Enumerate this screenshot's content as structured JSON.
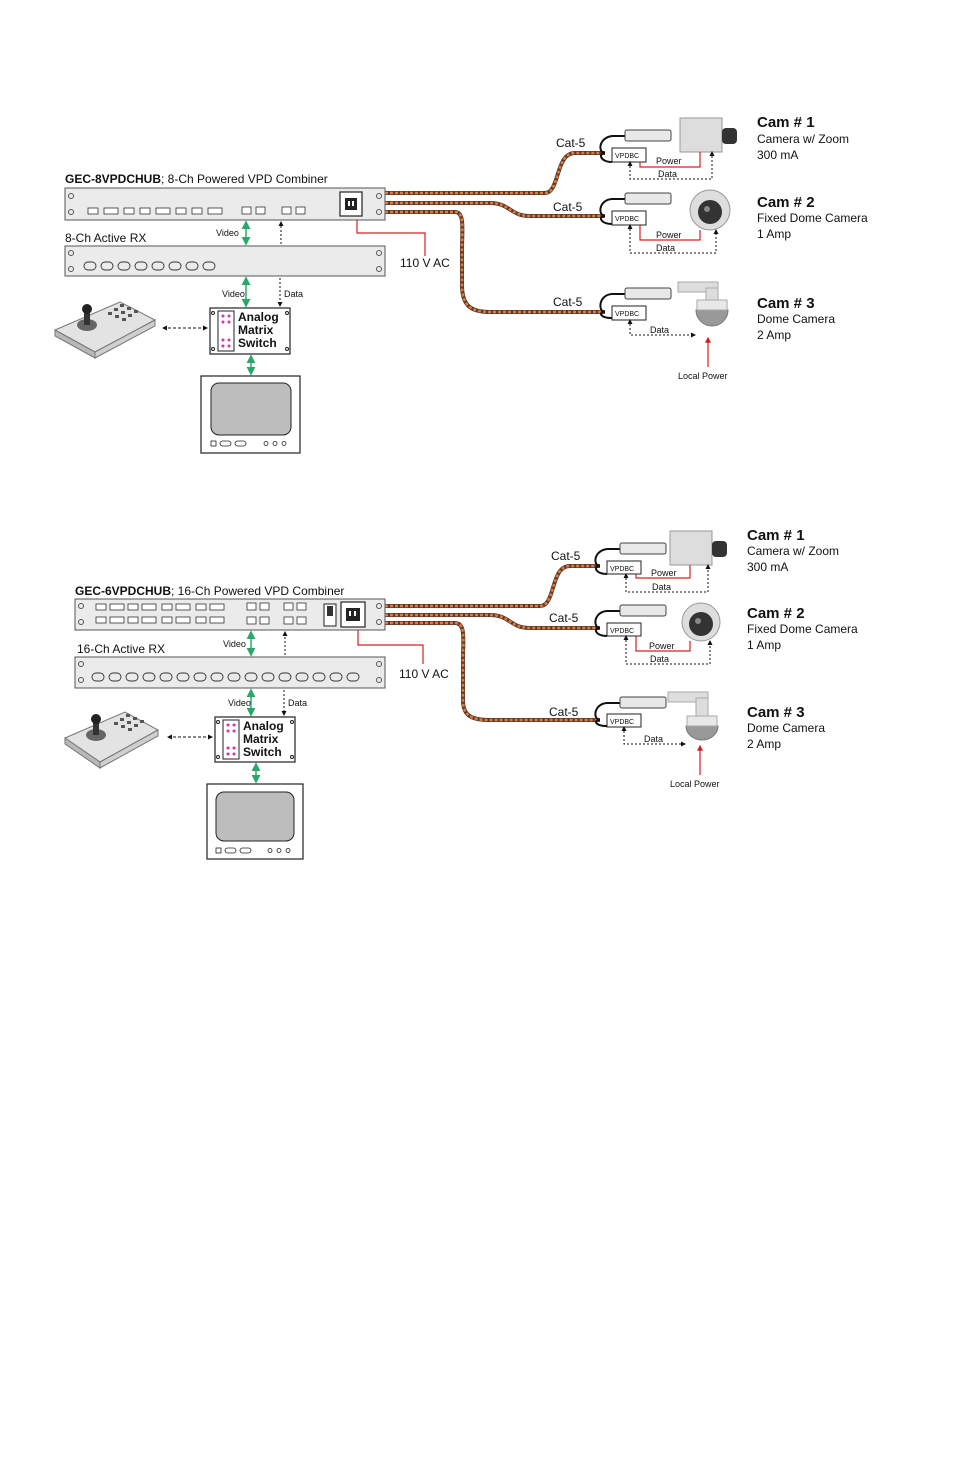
{
  "diagrams": [
    {
      "combiner_model": "GEC-8VPDCHUB",
      "combiner_desc": "; 8-Ch Powered VPD Combiner",
      "rx_label": "8-Ch Active RX",
      "video_label_1": "Video",
      "video_label_2": "Video",
      "data_label": "Data",
      "ac_label": "110 V AC",
      "switch_line1": "Analog",
      "switch_line2": "Matrix",
      "switch_line3": "Switch",
      "cable_labels": [
        "Cat-5",
        "Cat-5",
        "Cat-5"
      ],
      "balun_label": "VPDBC",
      "local_power": "Local Power",
      "cameras": [
        {
          "title": "Cam # 1",
          "type": "Camera w/ Zoom",
          "power": "300 mA",
          "power_label": "Power",
          "data_label": "Data"
        },
        {
          "title": "Cam # 2",
          "type": "Fixed Dome Camera",
          "power": "1 Amp",
          "power_label": "Power",
          "data_label": "Data"
        },
        {
          "title": "Cam # 3",
          "type": "Dome Camera",
          "power": "2 Amp",
          "power_label": "",
          "data_label": "Data"
        }
      ]
    },
    {
      "combiner_model": "GEC-6VPDCHUB",
      "combiner_desc": "; 16-Ch Powered VPD Combiner",
      "rx_label": "16-Ch Active RX",
      "video_label_1": "Video",
      "video_label_2": "Video",
      "data_label": "Data",
      "ac_label": "110 V AC",
      "switch_line1": "Analog",
      "switch_line2": "Matrix",
      "switch_line3": "Switch",
      "cable_labels": [
        "Cat-5",
        "Cat-5",
        "Cat-5"
      ],
      "balun_label": "VPDBC",
      "local_power": "Local Power",
      "cameras": [
        {
          "title": "Cam # 1",
          "type": "Camera w/ Zoom",
          "power": "300 mA",
          "power_label": "Power",
          "data_label": "Data"
        },
        {
          "title": "Cam # 2",
          "type": "Fixed Dome Camera",
          "power": "1 Amp",
          "power_label": "Power",
          "data_label": "Data"
        },
        {
          "title": "Cam # 3",
          "type": "Dome Camera",
          "power": "2 Amp",
          "power_label": "",
          "data_label": "Data"
        }
      ]
    }
  ],
  "colors": {
    "cable_orange": "#e07a3c",
    "cable_dark": "#5a3a2a",
    "power_red": "#d62020",
    "video_green": "#2aa86a",
    "rack_fill": "#ebebeb",
    "rack_stroke": "#555555",
    "switch_pink": "#d633a8"
  }
}
